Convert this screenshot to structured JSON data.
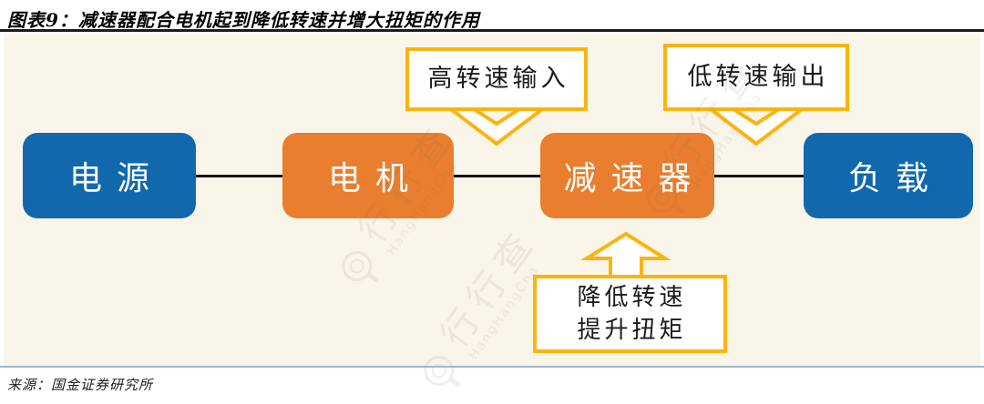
{
  "figure": {
    "title": "图表9：减速器配合电机起到降低转速并增大扭矩的作用",
    "source": "来源：国金证券研究所"
  },
  "diagram": {
    "nodes": [
      {
        "id": "power",
        "label": "电源",
        "color": "#1268AD"
      },
      {
        "id": "motor",
        "label": "电机",
        "color": "#E87E2E"
      },
      {
        "id": "reducer",
        "label": "减速器",
        "color": "#E87E2E"
      },
      {
        "id": "load",
        "label": "负载",
        "color": "#1268AD"
      }
    ],
    "links": [
      {
        "from": "power",
        "to": "motor"
      },
      {
        "from": "motor",
        "to": "reducer"
      },
      {
        "from": "reducer",
        "to": "load"
      }
    ],
    "callouts": [
      {
        "label": "高转速输入",
        "arrow": "down",
        "points_to": "motor-reducer-link"
      },
      {
        "label": "低转速输出",
        "arrow": "down",
        "points_to": "reducer-load-link"
      },
      {
        "line1": "降低转速",
        "line2": "提升扭矩",
        "arrow": "up",
        "points_to": "reducer"
      }
    ],
    "colors": {
      "node_blue": "#1268AD",
      "node_orange": "#E87E2E",
      "callout_border": "#FBB40F",
      "canvas_background": "#FAF5E9",
      "connector_black": "#141414"
    }
  },
  "watermark": {
    "text": "行行查",
    "subtext": "HangHangCha"
  }
}
